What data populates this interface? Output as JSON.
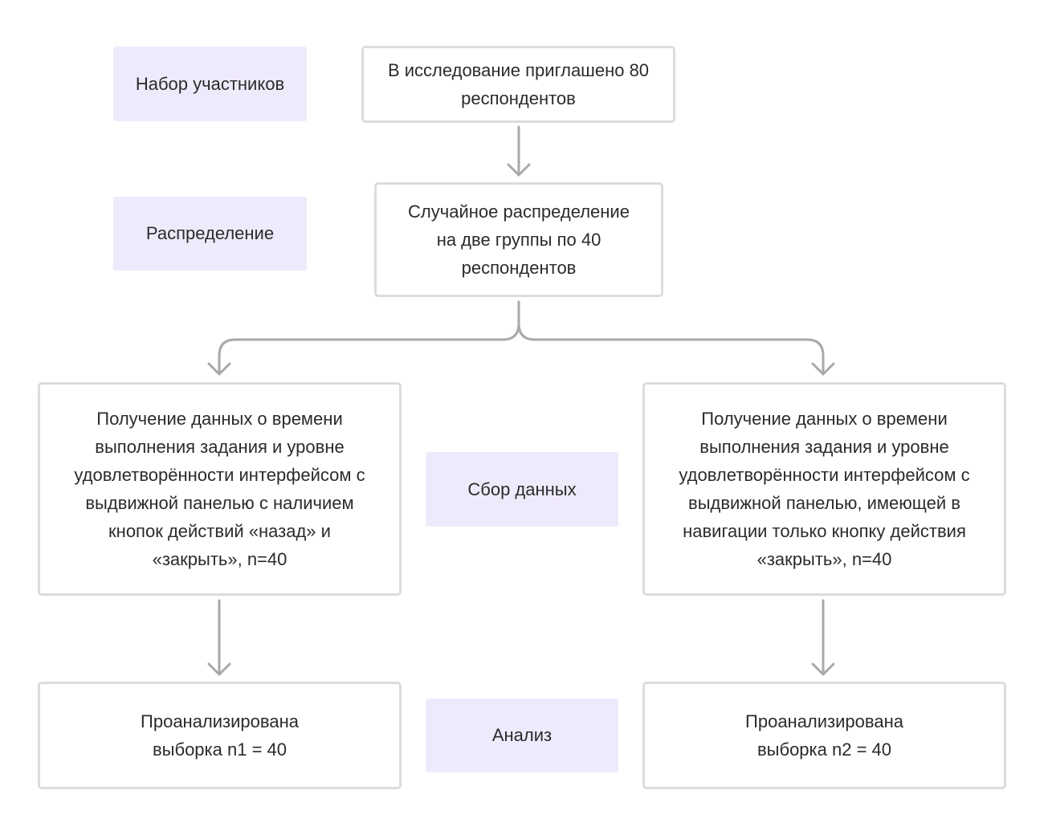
{
  "stages": {
    "recruitment": "Набор участников",
    "allocation": "Распределение",
    "data_collection": "Сбор данных",
    "analysis": "Анализ"
  },
  "boxes": {
    "invited": "В исследование  приглашено 80\nреспондентов",
    "random": "Случайное распределение\nна две группы по 40\nреспондентов",
    "group_left": "Получение данных о времени\nвыполнения задания и уровне\nудовлетворённости интерфейсом с\nвыдвижной панелью с наличием\nкнопок действий «назад» и\n«закрыть», n=40",
    "group_right": "Получение данных о времени\nвыполнения задания и уровне\nудовлетворённости интерфейсом с\nвыдвижной панелью, имеющей в\nнавигации только кнопку действия\n«закрыть», n=40",
    "analysis_left": "Проанализирована\nвыборка n1 = 40",
    "analysis_right": "Проанализирована\nвыборка n2 = 40"
  },
  "colors": {
    "stage_fill": "#efeafb",
    "box_border": "#dcdcdc",
    "connector": "#a9a9a9"
  }
}
